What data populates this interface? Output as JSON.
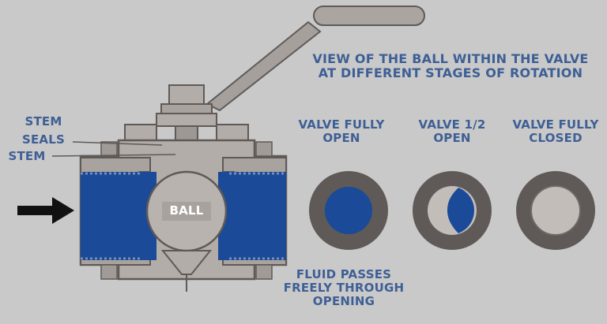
{
  "labels": {
    "view_line1": "VIEW OF THE BALL WITHIN THE VALVE",
    "view_line2": "AT DIFFERENT STAGES OF ROTATION",
    "stem_top": "STEM",
    "seals": "SEALS",
    "stem_bottom": "STEM",
    "ball": "BALL",
    "open_line1": "VALVE FULLY",
    "open_line2": "OPEN",
    "half_line1": "VALVE 1/2",
    "half_line2": "OPEN",
    "closed_line1": "VALVE FULLY",
    "closed_line2": "CLOSED",
    "fluid_line1": "FLUID PASSES",
    "fluid_line2": "FREELY THROUGH",
    "fluid_line3": "OPENING"
  },
  "colors": {
    "background": "#c9c9c9",
    "fluid": "#1a4a98",
    "body_light": "#b3ada9",
    "body_dark": "#5f5a57",
    "label": "#3e5f95",
    "arrow": "#111111"
  },
  "states": [
    {
      "name": "fully-open",
      "opening_fraction": 1.0
    },
    {
      "name": "half-open",
      "opening_fraction": 0.5
    },
    {
      "name": "fully-closed",
      "opening_fraction": 0.0
    }
  ]
}
